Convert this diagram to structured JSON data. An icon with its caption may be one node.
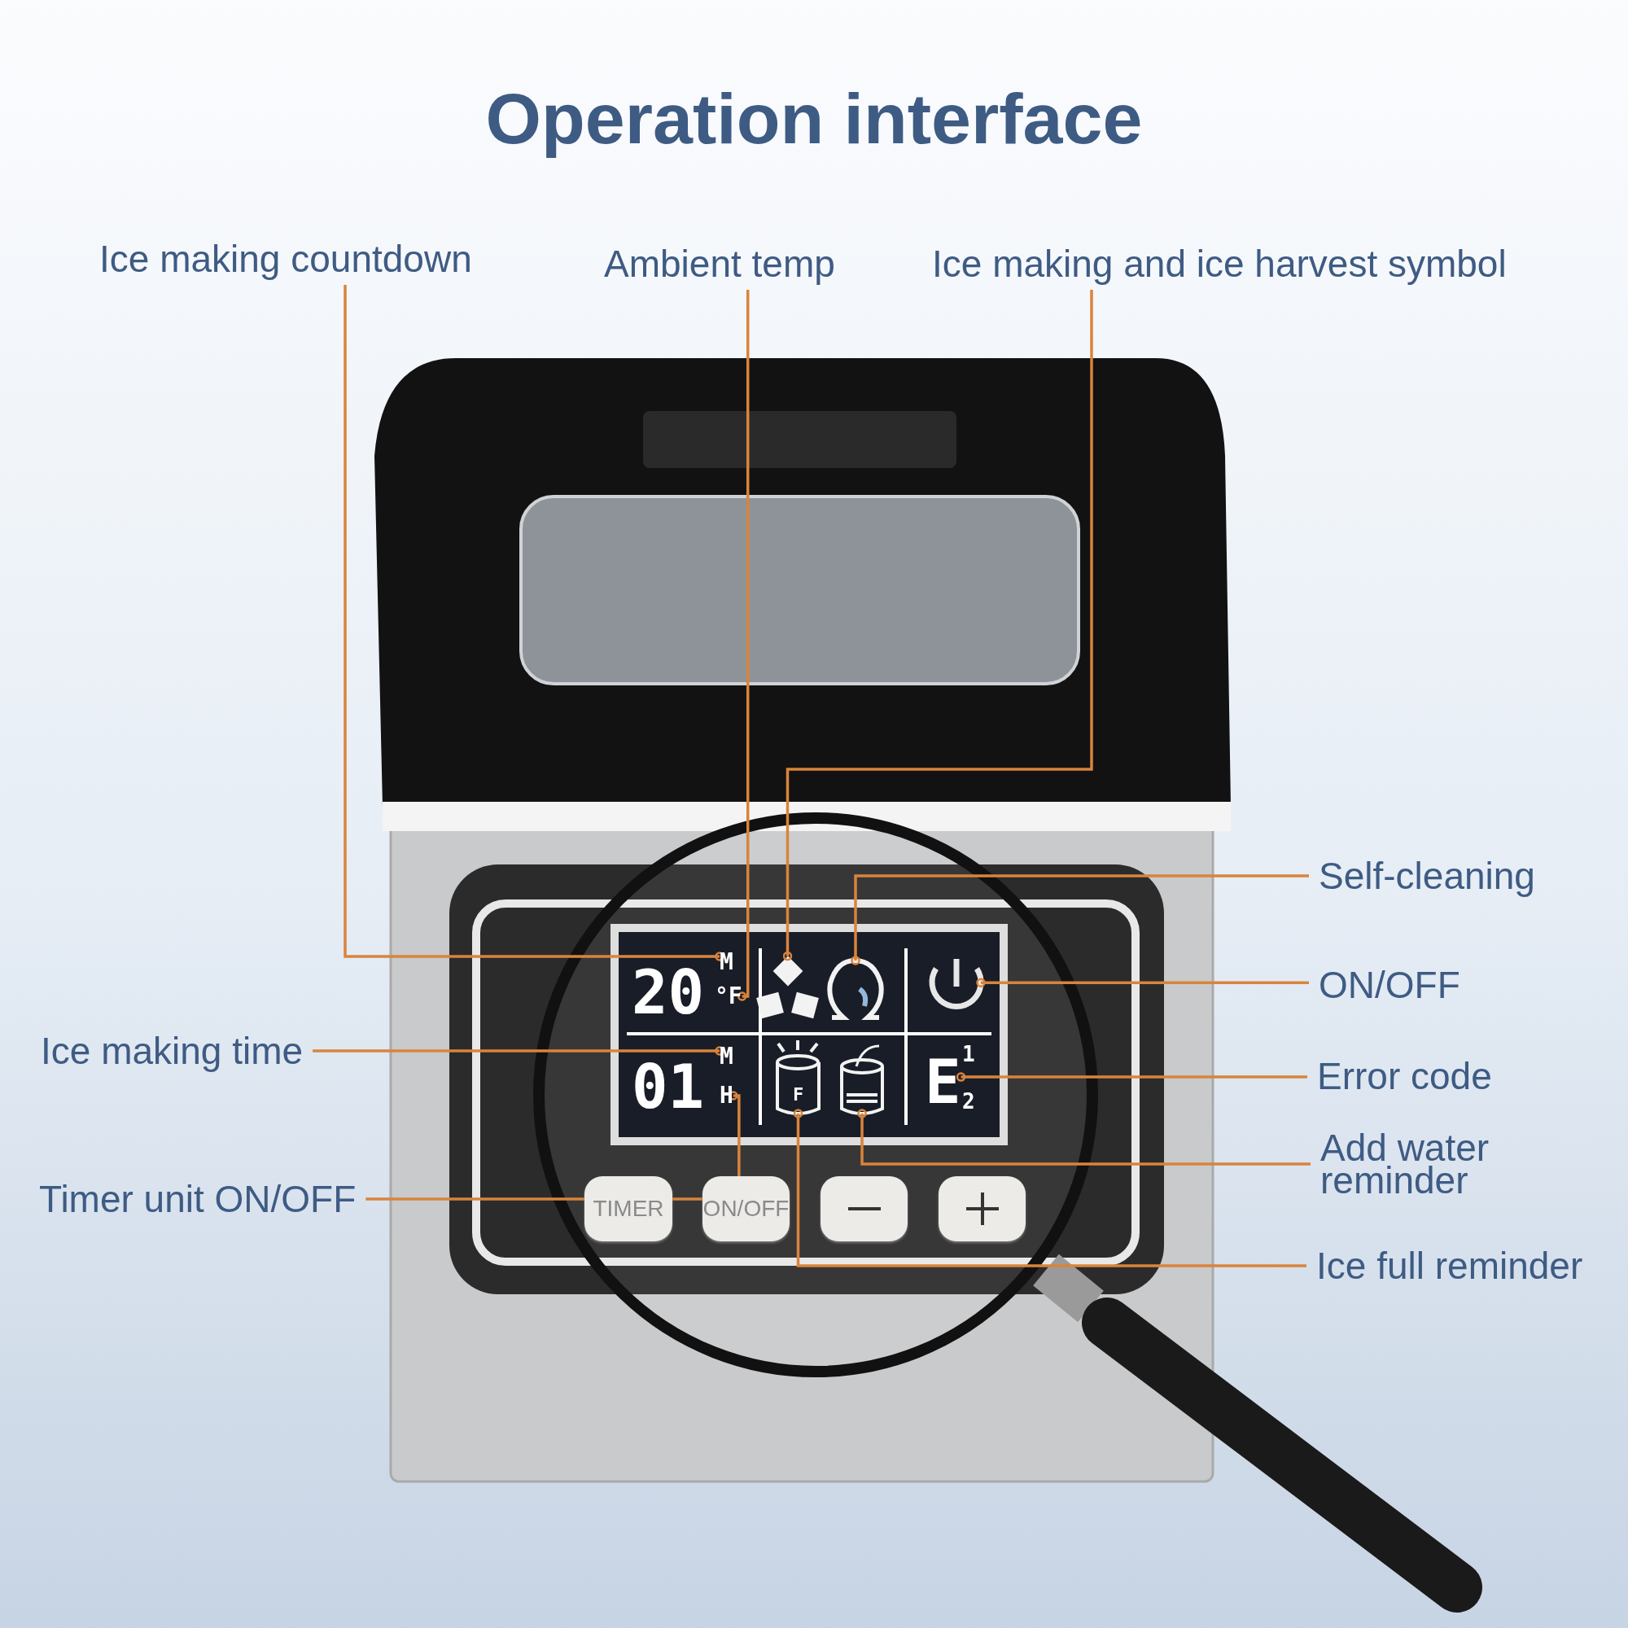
{
  "diagram": {
    "title": "Operation interface",
    "nodes": [
      {
        "text": [
          "Ice making countdown"
        ]
      },
      {
        "text": [
          "Ambient temp"
        ]
      },
      {
        "text": [
          "Ice making and ice harvest symbol"
        ]
      },
      {
        "text": [
          "Ice making time"
        ]
      },
      {
        "text": [
          "Timer unit ON/OFF"
        ]
      },
      {
        "text": [
          "Self-cleaning"
        ]
      },
      {
        "text": [
          "ON/OFF"
        ]
      },
      {
        "text": [
          "Error code"
        ]
      },
      {
        "text": [
          "Add water reminder"
        ]
      },
      {
        "text": [
          "Ice full reminder"
        ]
      },
      {
        "text": [
          "M"
        ]
      },
      {
        "text": [
          "°F"
        ]
      },
      {
        "text": [],
        "shape": "picture"
      },
      {
        "text": [],
        "shape": "picture"
      },
      {
        "text": [],
        "shape": "picture"
      },
      {
        "text": [
          "M"
        ]
      },
      {
        "text": [
          "H"
        ]
      },
      {
        "text": [],
        "shape": "picture"
      },
      {
        "text": [],
        "shape": "picture"
      },
      {
        "text": [
          "E"
        ]
      }
    ],
    "edges": [
      {
        "from": 0,
        "to": 10,
        "arrow": "other"
      },
      {
        "from": 1,
        "to": 11,
        "arrow": "other"
      },
      {
        "from": 2,
        "to": 12,
        "arrow": "other"
      },
      {
        "from": 3,
        "to": 15,
        "arrow": "other"
      },
      {
        "from": 4,
        "to": 16,
        "arrow": "other"
      },
      {
        "from": 5,
        "to": 13,
        "arrow": "other"
      },
      {
        "from": 6,
        "to": 14,
        "arrow": "other"
      },
      {
        "from": 7,
        "to": 19,
        "arrow": "other"
      },
      {
        "from": 8,
        "to": 18,
        "arrow": "other"
      },
      {
        "from": 9,
        "to": 17,
        "arrow": "other"
      }
    ],
    "labels": [
      "20",
      "01",
      "F",
      "1",
      "2",
      "TIMER",
      "ON/OFF"
    ]
  }
}
